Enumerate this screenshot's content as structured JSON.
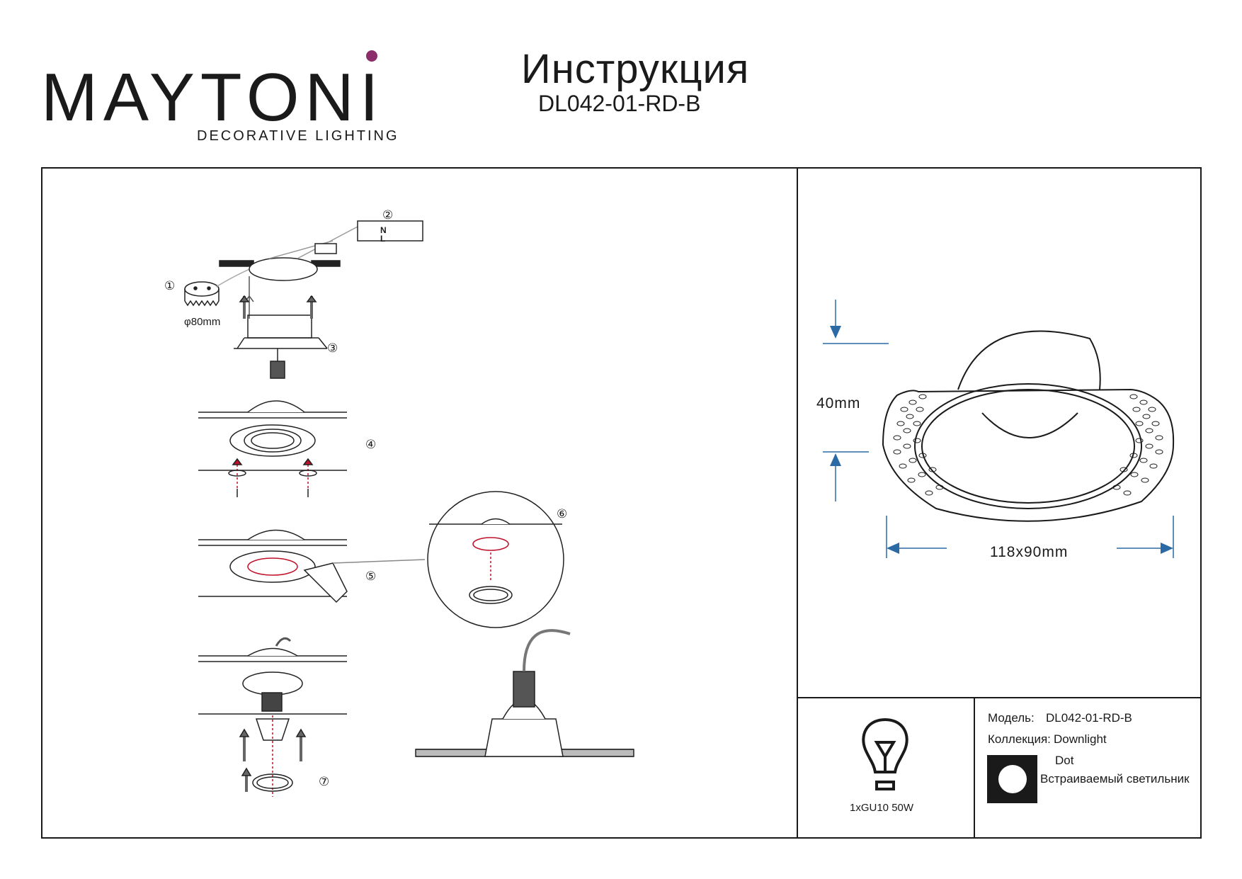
{
  "brand": {
    "name": "MAYTONI",
    "tagline": "DECORATIVE LIGHTING",
    "accent": "#8b2e6b"
  },
  "header": {
    "title": "Инструкция",
    "model_code": "DL042-01-RD-B"
  },
  "steps": {
    "s1": "①",
    "s2": "②",
    "s3": "③",
    "s4": "④",
    "s5": "⑤",
    "s6": "⑥",
    "s7": "⑦",
    "hole": "φ80mm"
  },
  "wiring": {
    "n": "N",
    "l": "L"
  },
  "dimensions": {
    "height": "40mm",
    "size": "118x90mm"
  },
  "lamp": {
    "icon": "light-bulb-icon",
    "spec": "1xGU10 50W"
  },
  "product": {
    "model_label": "Модель:",
    "model_value": "DL042-01-RD-B",
    "collection_label": "Коллекция:",
    "collection_value": "Downlight",
    "series": "Dot",
    "type": "Встраиваемый светильник"
  },
  "colors": {
    "dimension_arrow": "#2b6aa5",
    "guide_line": "#c0102a"
  }
}
